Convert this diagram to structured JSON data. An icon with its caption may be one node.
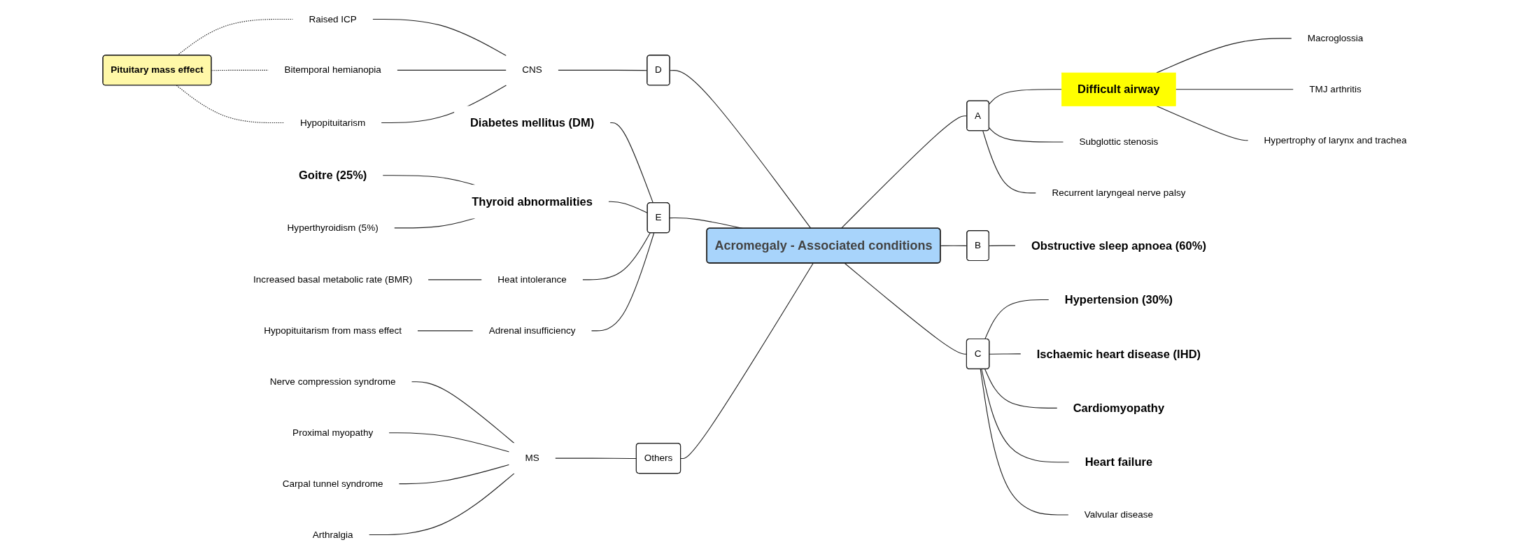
{
  "diagram": {
    "nodes": [
      {
        "text": [
          "Acromegaly - Associated conditions"
        ]
      },
      {
        "text": [
          "A"
        ]
      },
      {
        "text": [
          "Difficult airway"
        ]
      },
      {
        "text": [
          "Macroglossia"
        ]
      },
      {
        "text": [
          "TMJ arthritis"
        ]
      },
      {
        "text": [
          "Hypertrophy of larynx and trachea"
        ]
      },
      {
        "text": [
          "Subglottic stenosis"
        ]
      },
      {
        "text": [
          "Recurrent laryngeal nerve palsy"
        ]
      },
      {
        "text": [
          "B"
        ]
      },
      {
        "text": [
          "Obstructive sleep apnoea (60%)"
        ]
      },
      {
        "text": [
          "C"
        ]
      },
      {
        "text": [
          "Hypertension (30%)"
        ]
      },
      {
        "text": [
          "Ischaemic heart disease (IHD)"
        ]
      },
      {
        "text": [
          "Cardiomyopathy"
        ]
      },
      {
        "text": [
          "Heart failure"
        ]
      },
      {
        "text": [
          "Valvular disease"
        ]
      },
      {
        "text": [
          "D"
        ]
      },
      {
        "text": [
          "CNS"
        ]
      },
      {
        "text": [
          "Raised ICP"
        ]
      },
      {
        "text": [
          "Bitemporal hemianopia"
        ]
      },
      {
        "text": [
          "Hypopituitarism"
        ]
      },
      {
        "text": [
          "Pituitary mass effect"
        ]
      },
      {
        "text": [
          "E"
        ]
      },
      {
        "text": [
          "Diabetes mellitus (DM)"
        ]
      },
      {
        "text": [
          "Thyroid abnormalities"
        ]
      },
      {
        "text": [
          "Goitre (25%)"
        ]
      },
      {
        "text": [
          "Hyperthyroidism (5%)"
        ]
      },
      {
        "text": [
          "Heat intolerance"
        ]
      },
      {
        "text": [
          "Increased basal metabolic rate (BMR)"
        ]
      },
      {
        "text": [
          "Adrenal insufficiency"
        ]
      },
      {
        "text": [
          "Hypopituitarism from mass effect"
        ]
      },
      {
        "text": [
          "Others"
        ]
      },
      {
        "text": [
          "MS"
        ]
      },
      {
        "text": [
          "Nerve compression syndrome"
        ]
      },
      {
        "text": [
          "Proximal myopathy"
        ]
      },
      {
        "text": [
          "Carpal tunnel syndrome"
        ]
      },
      {
        "text": [
          "Arthralgia"
        ]
      }
    ],
    "edges": [
      {
        "from": 0,
        "to": 1,
        "arrow": "none"
      },
      {
        "from": 1,
        "to": 2,
        "arrow": "none"
      },
      {
        "from": 2,
        "to": 3,
        "arrow": "none"
      },
      {
        "from": 2,
        "to": 4,
        "arrow": "none"
      },
      {
        "from": 2,
        "to": 5,
        "arrow": "none"
      },
      {
        "from": 1,
        "to": 6,
        "arrow": "none"
      },
      {
        "from": 1,
        "to": 7,
        "arrow": "none"
      },
      {
        "from": 0,
        "to": 8,
        "arrow": "none"
      },
      {
        "from": 8,
        "to": 9,
        "arrow": "none"
      },
      {
        "from": 0,
        "to": 10,
        "arrow": "none"
      },
      {
        "from": 10,
        "to": 11,
        "arrow": "none"
      },
      {
        "from": 10,
        "to": 12,
        "arrow": "none"
      },
      {
        "from": 10,
        "to": 13,
        "arrow": "none"
      },
      {
        "from": 10,
        "to": 14,
        "arrow": "none"
      },
      {
        "from": 10,
        "to": 15,
        "arrow": "none"
      },
      {
        "from": 0,
        "to": 16,
        "arrow": "none"
      },
      {
        "from": 16,
        "to": 17,
        "arrow": "none"
      },
      {
        "from": 17,
        "to": 18,
        "arrow": "none"
      },
      {
        "from": 17,
        "to": 19,
        "arrow": "none"
      },
      {
        "from": 17,
        "to": 20,
        "arrow": "none"
      },
      {
        "from": 18,
        "to": 21,
        "arrow": "none",
        "style": "dashed"
      },
      {
        "from": 19,
        "to": 21,
        "arrow": "none",
        "style": "dashed"
      },
      {
        "from": 20,
        "to": 21,
        "arrow": "none",
        "style": "dashed"
      },
      {
        "from": 0,
        "to": 22,
        "arrow": "none"
      },
      {
        "from": 22,
        "to": 23,
        "arrow": "none"
      },
      {
        "from": 22,
        "to": 24,
        "arrow": "none"
      },
      {
        "from": 24,
        "to": 25,
        "arrow": "none"
      },
      {
        "from": 24,
        "to": 26,
        "arrow": "none"
      },
      {
        "from": 22,
        "to": 27,
        "arrow": "none"
      },
      {
        "from": 27,
        "to": 28,
        "arrow": "none"
      },
      {
        "from": 22,
        "to": 29,
        "arrow": "none"
      },
      {
        "from": 29,
        "to": 30,
        "arrow": "none"
      },
      {
        "from": 0,
        "to": 31,
        "arrow": "none"
      },
      {
        "from": 31,
        "to": 32,
        "arrow": "none"
      },
      {
        "from": 32,
        "to": 33,
        "arrow": "none"
      },
      {
        "from": 32,
        "to": 34,
        "arrow": "none"
      },
      {
        "from": 32,
        "to": 35,
        "arrow": "none"
      },
      {
        "from": 32,
        "to": 36,
        "arrow": "none"
      }
    ]
  }
}
